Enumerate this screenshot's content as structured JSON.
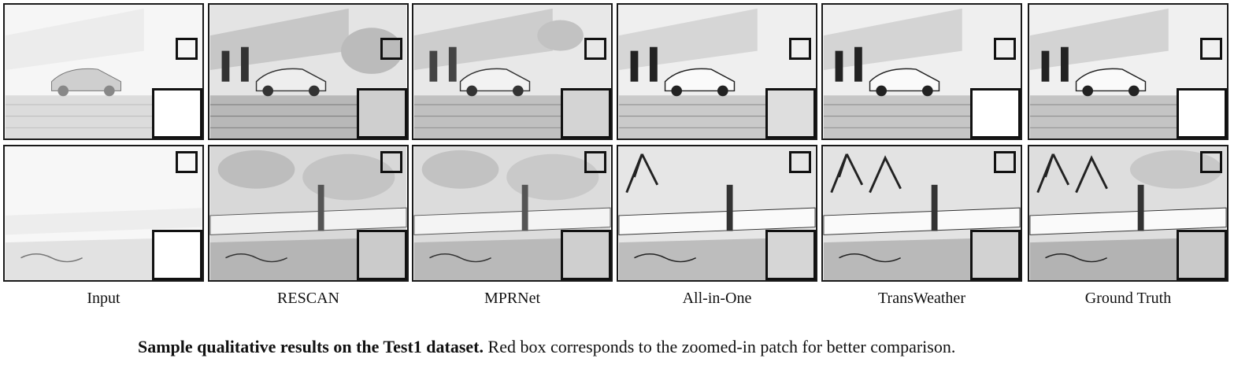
{
  "figure": {
    "columns": [
      "Input",
      "RESCAN",
      "MPRNet",
      "All-in-One",
      "TransWeather",
      "Ground Truth"
    ],
    "caption_bold": "Sample qualitative results on the Test1 dataset.",
    "caption_rest": " Red box corresponds to the zoomed-in patch for better comparison."
  }
}
